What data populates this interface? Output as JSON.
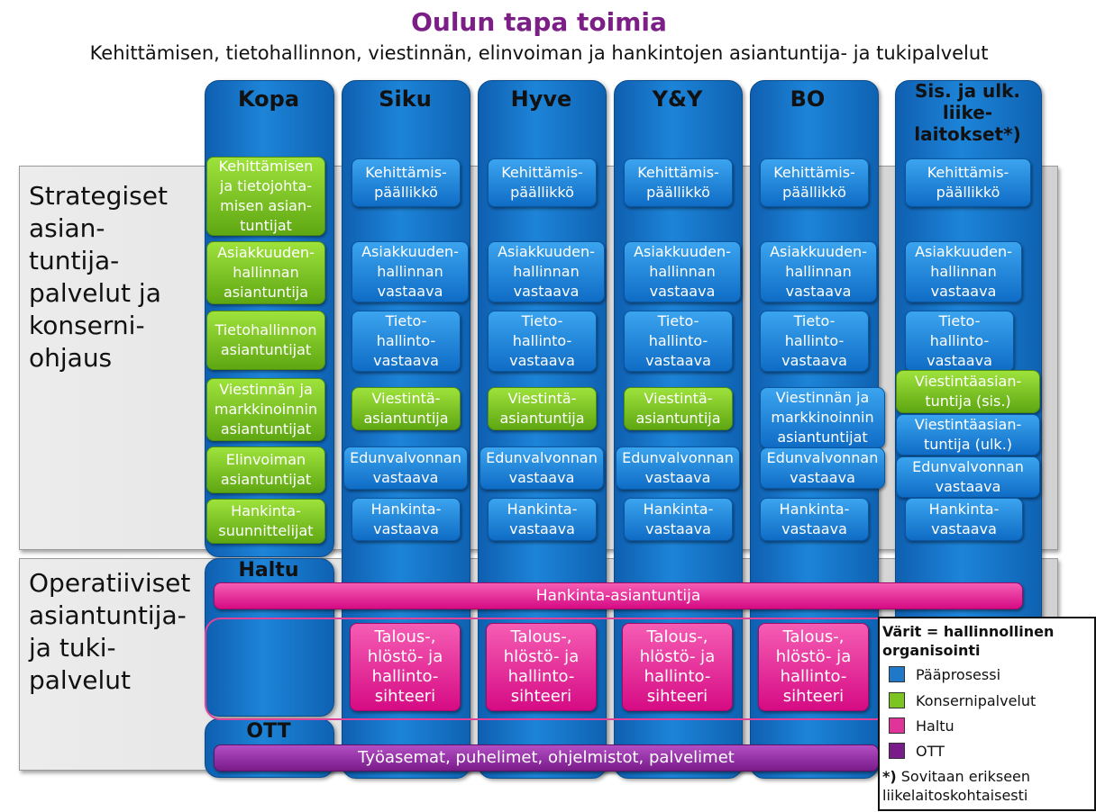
{
  "title": "Oulun tapa toimia",
  "subtitle": "Kehittämisen, tietohallinnon, viestinnän, elinvoiman ja hankintojen asiantuntija- ja tukipalvelut",
  "bands": {
    "strategic": "Strategiset\nasian-\ntuntija-\npalvelut ja\nkonserni-\nohjaus",
    "operative": "Operatiiviset\nasiantuntija-\nja tuki-\npalvelut"
  },
  "columns": {
    "kopa": "Kopa",
    "siku": "Siku",
    "hyve": "Hyve",
    "yy": "Y&Y",
    "bo": "BO",
    "sis": "Sis. ja ulk.\nliike-\nlaitokset*)"
  },
  "kopa_boxes": [
    "Kehittämisen\nja tietojohta-\nmisen asian-\ntuntijat",
    "Asiakkuuden-\nhallinnan\nasiantuntija",
    "Tietohallinnon\nasiantuntijat",
    "Viestinnän ja\nmarkkinoinnin\nasiantuntijat",
    "Elinvoiman\nasiantuntijat",
    "Hankinta-\nsuunnittelijat"
  ],
  "roles": {
    "kehittamis": "Kehittämis-\npäällikkö",
    "asiakkuus": "Asiakkuuden-\nhallinnan\nvastaava",
    "tieto": "Tieto-\nhallinto-\nvastaava",
    "viestinta": "Viestintä-\nasiantuntija",
    "viestinta_bo": "Viestinnän ja\nmarkkinoinnin\nasiantuntijat",
    "viestinta_sis": "Viestintäasian-\ntuntija (sis.)",
    "viestinta_ulk": "Viestintäasian-\ntuntija (ulk.)",
    "edunvalvonta": "Edunvalvonnan\nvastaava",
    "hankinta": "Hankinta-\nvastaava",
    "talous": "Talous-,\nhlöstö- ja\nhallinto-\nsihteeri"
  },
  "haltu": "Haltu",
  "ott": "OTT",
  "hankinta_bar": "Hankinta-asiantuntija",
  "ott_bar": "Työasemat, puhelimet, ohjelmistot, palvelimet",
  "legend": {
    "title": "Värit = hallinnollinen\norganisointi",
    "items": [
      {
        "label": "Pääprosessi",
        "color": "#1f78c8"
      },
      {
        "label": "Konsernipalvelut",
        "color": "#7cc520"
      },
      {
        "label": "Haltu",
        "color": "#e0349a"
      },
      {
        "label": "OTT",
        "color": "#7a1b8a"
      }
    ],
    "note_mark": "*)",
    "note": " Sovitaan erikseen\nliikelaitoskohtaisesti"
  }
}
